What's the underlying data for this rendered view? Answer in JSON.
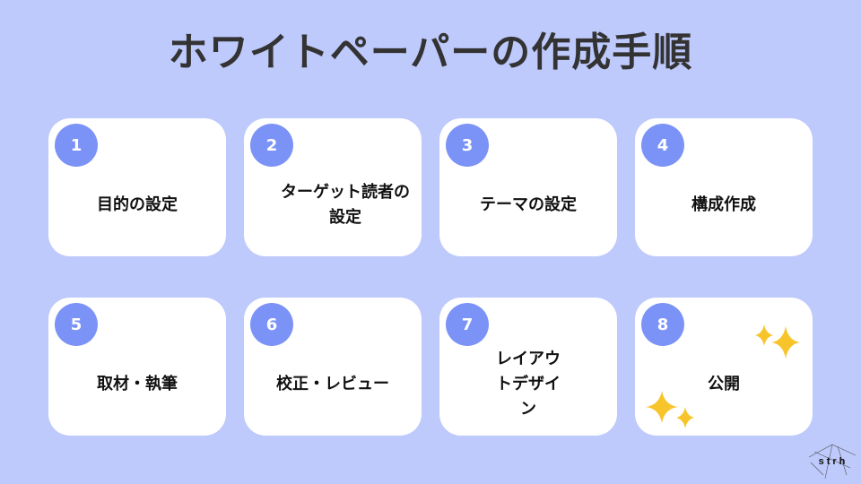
{
  "title": "ホワイトペーパーの作成手順",
  "steps": [
    {
      "number": "1",
      "label": "目的の設定"
    },
    {
      "number": "2",
      "label": "ターゲット読者の設定"
    },
    {
      "number": "3",
      "label": "テーマの設定"
    },
    {
      "number": "4",
      "label": "構成作成"
    },
    {
      "number": "5",
      "label": "取材・執筆"
    },
    {
      "number": "6",
      "label": "校正・レビュー"
    },
    {
      "number": "7",
      "label": "レイアウトデザイン"
    },
    {
      "number": "8",
      "label": "公開"
    }
  ],
  "logo": "strh",
  "colors": {
    "background": "#bec9fc",
    "accent": "#7b93f7",
    "sparkle": "#f7c52b"
  }
}
